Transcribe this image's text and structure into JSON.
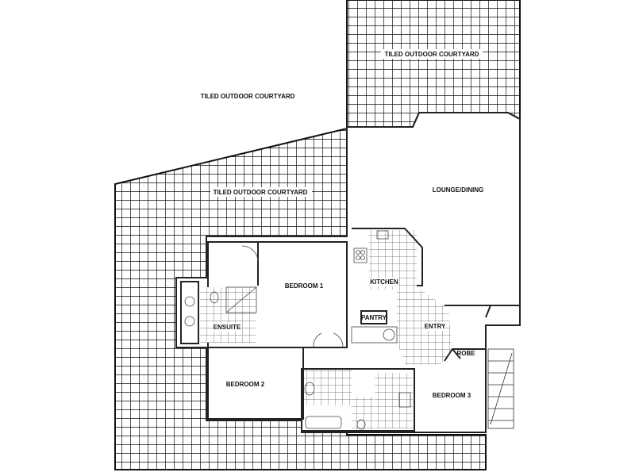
{
  "floorplan": {
    "rooms": {
      "courtyard_top_right": "TILED OUTDOOR COURTYARD",
      "courtyard_top_left": "TILED OUTDOOR COURTYARD",
      "courtyard_middle": "TILED OUTDOOR COURTYARD",
      "lounge_dining": "LOUNGE/DINING",
      "bedroom1": "BEDROOM 1",
      "kitchen": "KITCHEN",
      "pantry": "PANTRY",
      "ensuite": "ENSUITE",
      "entry": "ENTRY",
      "robe": "ROBE",
      "bedroom2": "BEDROOM 2",
      "bedroom3": "BEDROOM 3"
    },
    "colors": {
      "line": "#222222",
      "background": "#ffffff"
    }
  }
}
